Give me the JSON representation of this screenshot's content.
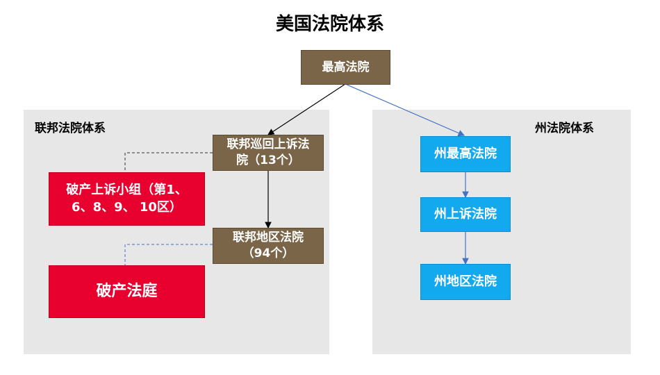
{
  "title": "美国法院体系",
  "supreme_court": "最高法院",
  "federal": {
    "label": "联邦法院体系",
    "circuit_court": "联邦巡回上诉法院（13个）",
    "district_court": "联邦地区法院（94个）",
    "bankruptcy_panel": "破产上诉小组（第1、6、8、9、 10区）",
    "bankruptcy_court": "破产法庭"
  },
  "state": {
    "label": "州法院体系",
    "supreme_court": "州最高法院",
    "appeals_court": "州上诉法院",
    "district_court": "州地区法院"
  },
  "colors": {
    "brown": "#7a6548",
    "red": "#e8002e",
    "blue": "#12a9ee",
    "panel_gray": "#e7e7e7",
    "blue_connector": "#4472c4"
  }
}
